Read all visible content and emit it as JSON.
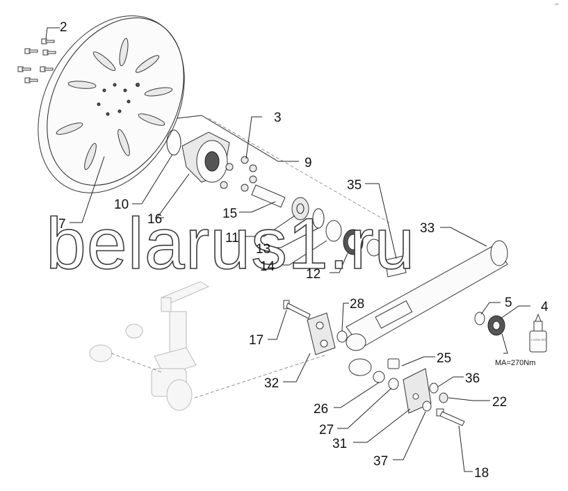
{
  "watermark": "belarus1.ru",
  "corner_mark": "ᵃᵖᵖ",
  "torque_note": "MA=270Nm",
  "bottle_label": "Loctite 821",
  "callouts": {
    "c2": "2",
    "c3": "3",
    "c4": "4",
    "c5": "5",
    "c7": "7",
    "c9": "9",
    "c10": "10",
    "c11": "11",
    "c12": "12",
    "c13": "13",
    "c14": "14",
    "c15": "15",
    "c16": "16",
    "c17": "17",
    "c18": "18",
    "c22": "22",
    "c25": "25",
    "c26": "26",
    "c27": "27",
    "c28": "28",
    "c31": "31",
    "c32": "32",
    "c33": "33",
    "c35": "35",
    "c36": "36",
    "c37": "37"
  }
}
